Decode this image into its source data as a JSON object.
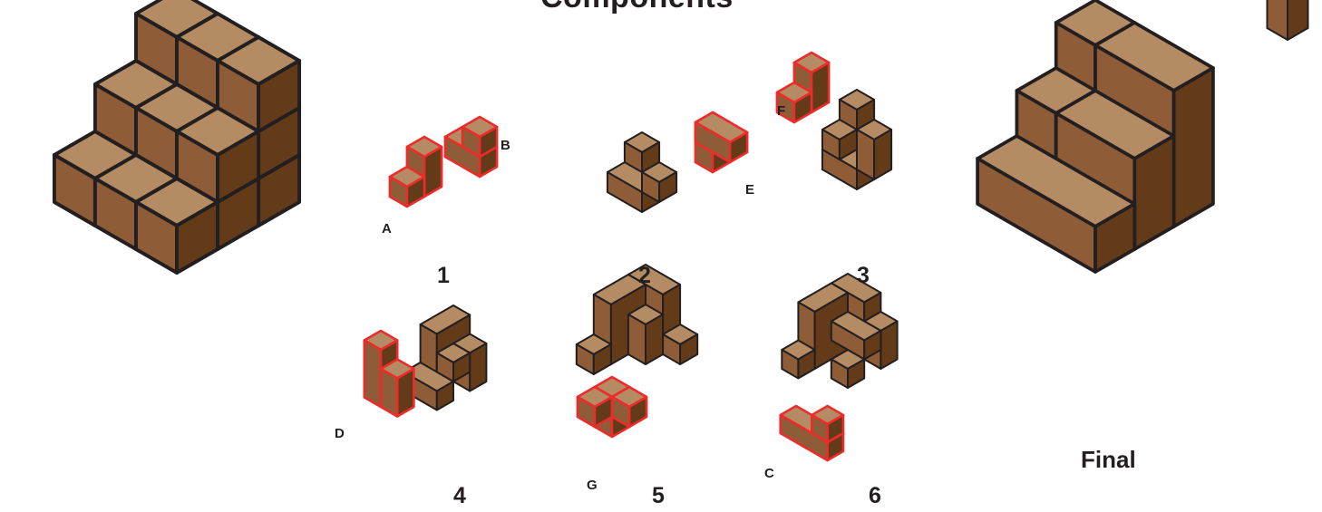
{
  "title": "Components",
  "step_labels": [
    "1",
    "2",
    "3",
    "4",
    "5",
    "6"
  ],
  "piece_labels": [
    "A",
    "B",
    "C",
    "D",
    "E",
    "F",
    "G"
  ],
  "final_label": "Final",
  "colors": {
    "top": "#b48b63",
    "left": "#8e5c37",
    "right": "#633b18",
    "edge": "#231f20",
    "highlight": "#ee2b2b"
  }
}
